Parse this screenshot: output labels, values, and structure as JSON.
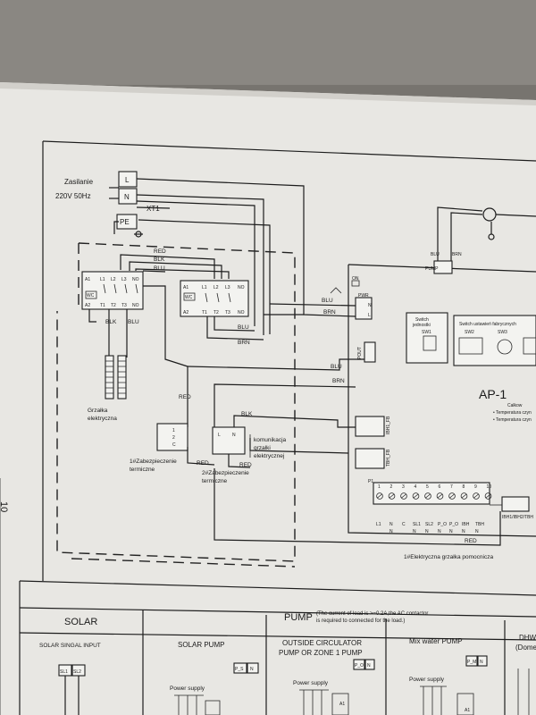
{
  "supply": {
    "label": "Zasilanie",
    "voltage": "220V 50Hz",
    "terminals": [
      "L",
      "N",
      "PE"
    ],
    "strip": "XT1"
  },
  "wires": {
    "red": "RED",
    "blk": "BLK",
    "blu": "BLU",
    "brn": "BRN"
  },
  "contactor1": {
    "pins_top": [
      "A1",
      "L1",
      "L2",
      "L3",
      "NO"
    ],
    "pins_bottom": [
      "A2",
      "T1",
      "T2",
      "T3",
      "NO"
    ]
  },
  "contactor2": {
    "pins_top": [
      "A1",
      "L1",
      "L2",
      "L3",
      "NO"
    ],
    "pins_bottom": [
      "A2",
      "T1",
      "T2",
      "T3",
      "NO"
    ]
  },
  "heater": {
    "label_1": "Grzałka",
    "label_2": "elektryczna"
  },
  "thermal1": {
    "label_1": "1#Zabezpieczenie",
    "label_2": "termiczne",
    "pins": [
      "1",
      "2",
      "C"
    ]
  },
  "thermal2": {
    "label_1": "2#Zabezpieczenie",
    "label_2": "termiczne",
    "pins": [
      "L",
      "N"
    ]
  },
  "comm": {
    "label_1": "komunikacja",
    "label_2": "grzałki",
    "label_3": "elektrycznej"
  },
  "board": {
    "title": "AP-1",
    "on": "ON",
    "pwr": "PWR",
    "pout": "POUT",
    "pump": "PUMP",
    "pin_l": "L",
    "pin_n": "N",
    "switch1_1": "Switch",
    "switch1_2": "jednostki",
    "switch2": "Switch ustawień fabrycznych",
    "sw1": "SW1",
    "sw2": "SW2",
    "sw3": "SW3",
    "ibh1": "IBH1_FB",
    "tbh": "TBH_FB",
    "side_1": "Całkow",
    "side_2": "• Temperatura czyn",
    "side_3": "• Temperatura czyn",
    "strip_label": "IBH1/IBH2/TBH",
    "terminals_top": [
      "1",
      "2",
      "3",
      "4",
      "5",
      "6",
      "7",
      "8",
      "9",
      "10"
    ],
    "terminals_bottom": [
      "L1",
      "N",
      "C",
      "SL1",
      "SL2",
      "P_O",
      "P_O",
      "IBH",
      "TBH"
    ],
    "terminals_n": [
      "N",
      "N",
      "N",
      "N",
      "N",
      "N",
      "N"
    ],
    "footer_label": "1#Elektryczna grzałka pomocnicza"
  },
  "table": {
    "solar": "SOLAR",
    "pump": "PUMP",
    "note_1": "(The current of load is >=0.2A,the AC contactor",
    "note_2": "is required to connected for the load.)",
    "col1": "SOLAR SINGAL INPUT",
    "col2": "SOLAR PUMP",
    "col3_1": "OUTSIDE CIRCULATOR",
    "col3_2": "PUMP OR ZONE 1 PUMP",
    "col4": "Mix water PUMP",
    "col5_1": "DHW",
    "col5_2": "(Dome",
    "sl1": "SL1",
    "sl2": "SL2",
    "ps": "P_S",
    "po": "P_O",
    "pm": "P_M",
    "n": "N",
    "power": "Power supply",
    "a1": "A1"
  },
  "page_marker": "10"
}
